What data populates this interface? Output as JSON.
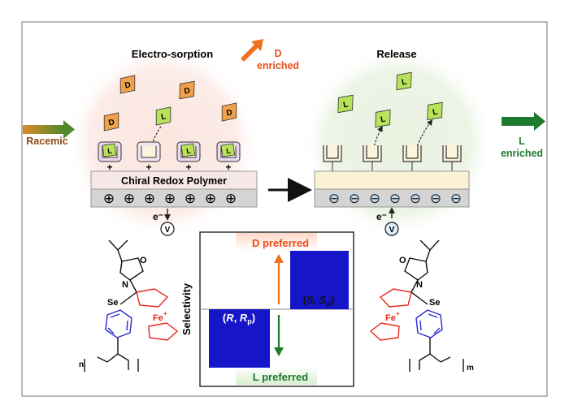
{
  "left_panel": {
    "title": "Electro-sorption",
    "polymer_label": "Chiral Redox Polymer",
    "electron_label": "e⁻",
    "voltage_label": "V",
    "d_label": "D",
    "l_label": "L",
    "plus_sign": "+",
    "charge_symbol": "⊕"
  },
  "right_panel": {
    "title": "Release",
    "electron_label": "e⁻",
    "voltage_label": "V",
    "l_label": "L",
    "charge_symbol": "⊖"
  },
  "flow": {
    "input_label": "Racemic",
    "d_output": [
      "D",
      "enriched"
    ],
    "l_output": [
      "L",
      "enriched"
    ]
  },
  "selectivity_chart": {
    "ylabel": "Selectivity",
    "top_label": "D preferred",
    "bottom_label": "L preferred",
    "bars": [
      {
        "label_main": "R",
        "label_sub": "p",
        "value": -1.0
      },
      {
        "label_main": "S",
        "label_sub": "p",
        "value": 1.0
      }
    ]
  },
  "molecules": {
    "left": {
      "N": "N",
      "O": "O",
      "Se": "Se",
      "Fe": "Fe",
      "Fe_charge": "+",
      "repeat_n": "n"
    },
    "right": {
      "N": "N",
      "O": "O",
      "Se": "Se",
      "Fe": "Fe",
      "Fe_charge": "+",
      "repeat_m": "m"
    }
  },
  "colors": {
    "d_fill": "#f0a24a",
    "l_fill": "#b8e25a",
    "racemic_arrow": "#8b5a1e",
    "d_arrow": "#f07020",
    "l_arrow": "#1e7a2e",
    "chart_bar": "#1616c8",
    "ferrocene": "#e8281e",
    "aryl": "#2a2ad0"
  }
}
